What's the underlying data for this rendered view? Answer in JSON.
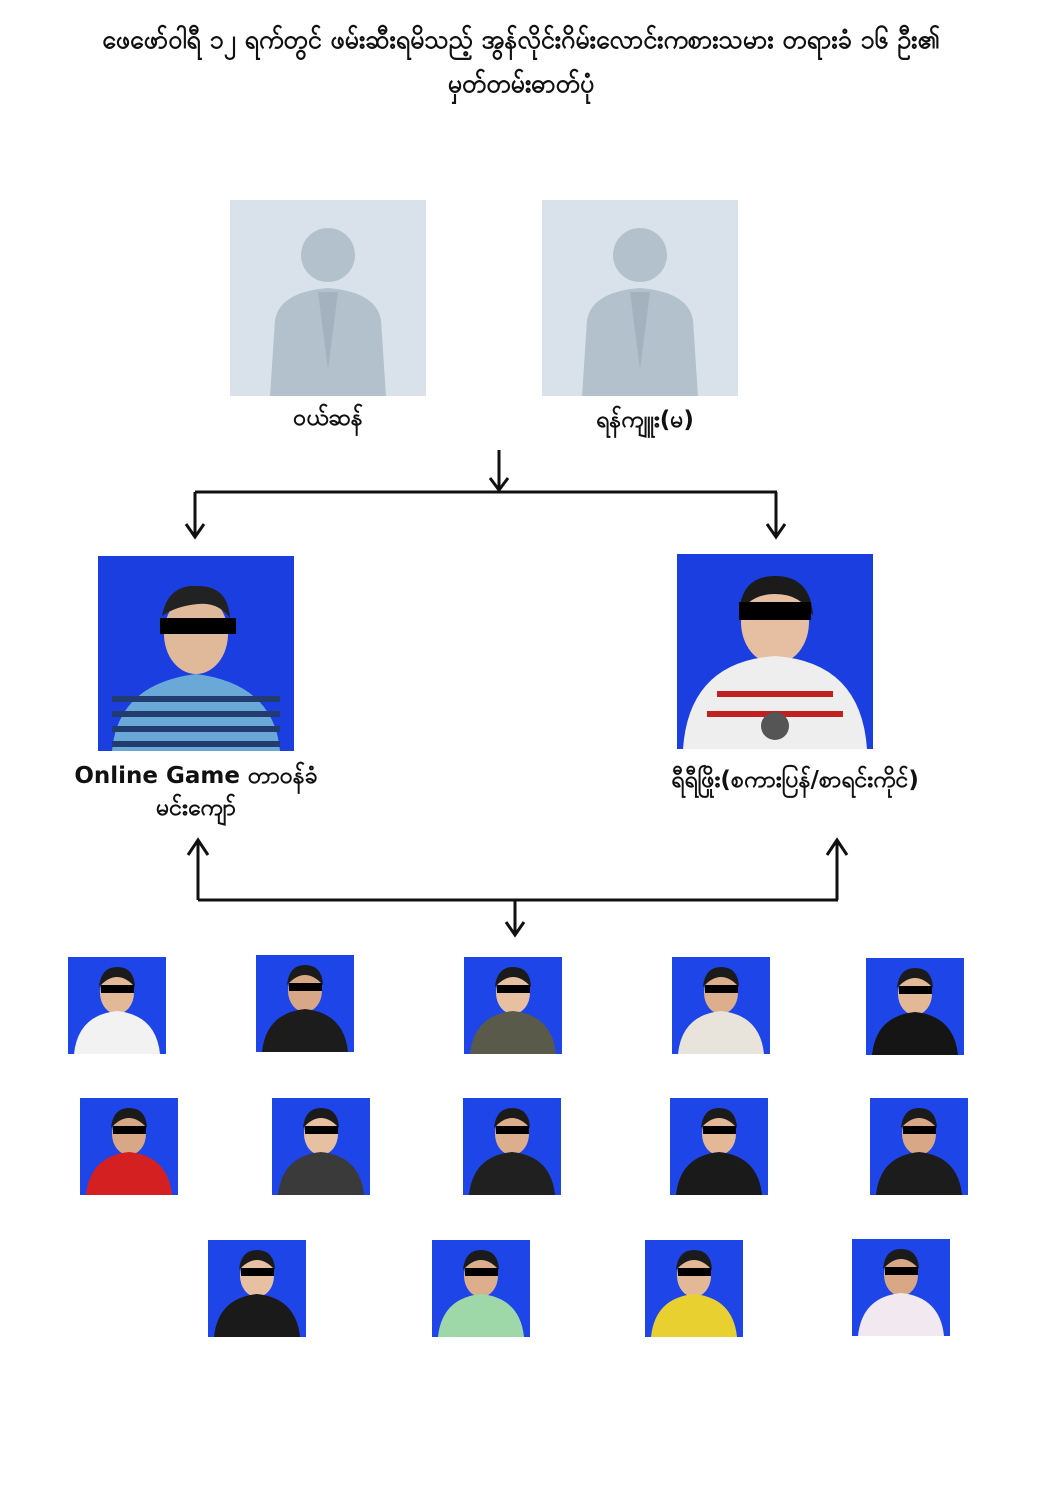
{
  "title": {
    "line1": "ဖေဖော်ဝါရီ ၁၂ ရက်တွင် ဖမ်းဆီးရမိသည့် အွန်လိုင်းဂိမ်းလောင်းကစားသမား တရားခံ ၁၆ ဦး၏",
    "line2": "မှတ်တမ်းဓာတ်ပုံ"
  },
  "top_people": [
    {
      "name": "ဝယ်ဆန်"
    },
    {
      "name": "ရန်ကျူး(မ)"
    }
  ],
  "middle_people": [
    {
      "name_line1": "Online Game တာဝန်ခံ",
      "name_line2": "မင်းကျော်"
    },
    {
      "name_line1": "ရီရီဖြိုး(စကားပြန်/စာရင်းကိုင်)",
      "name_line2": ""
    }
  ],
  "colors": {
    "photo_background": "#1e45e8",
    "placeholder_background": "#d9e2ea",
    "placeholder_silhouette": "#b3c1cc",
    "censor_bar": "#000000",
    "connector": "#111111"
  },
  "icons": [
    "person-silhouette-icon",
    "arrow-down-icon",
    "arrow-up-icon"
  ]
}
